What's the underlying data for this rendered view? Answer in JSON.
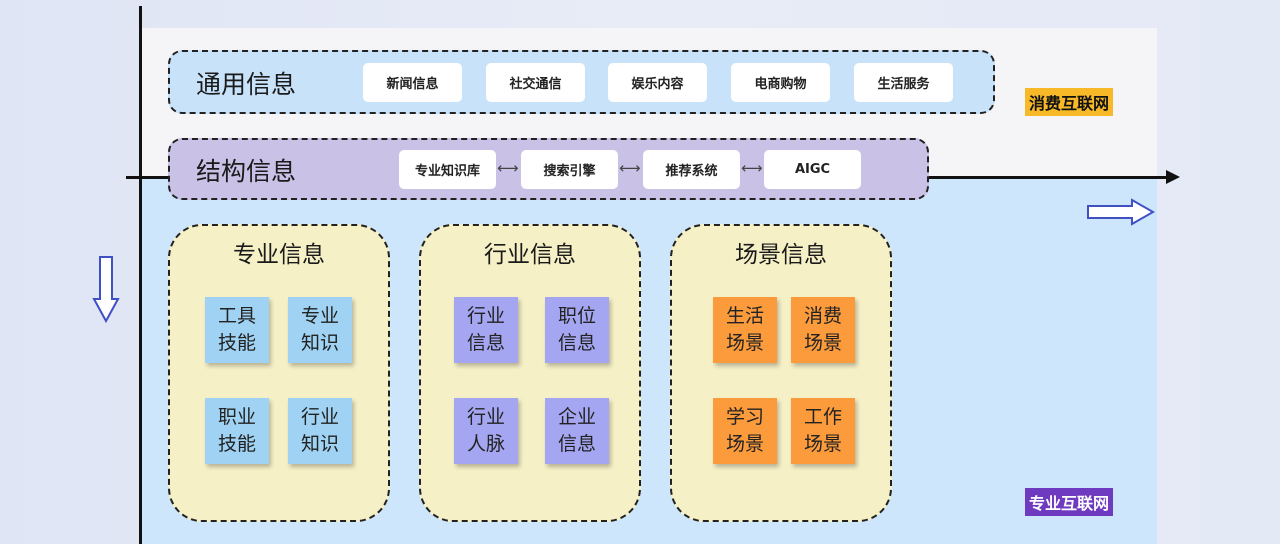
{
  "general": {
    "title": "通用信息",
    "chips": [
      "新闻信息",
      "社交通信",
      "娱乐内容",
      "电商购物",
      "生活服务"
    ]
  },
  "structured": {
    "title": "结构信息",
    "chips": [
      "专业知识库",
      "搜索引擎",
      "推荐系统",
      "AIGC"
    ],
    "connector": "⟷"
  },
  "tags": {
    "consumer": "消费互联网",
    "professional": "专业互联网"
  },
  "groups": [
    {
      "title": "专业信息",
      "note_color": "#9fd2f3",
      "notes": [
        {
          "line1": "工具",
          "line2": "技能"
        },
        {
          "line1": "专业",
          "line2": "知识"
        },
        {
          "line1": "职业",
          "line2": "技能"
        },
        {
          "line1": "行业",
          "line2": "知识"
        }
      ]
    },
    {
      "title": "行业信息",
      "note_color": "#a5a6f2",
      "notes": [
        {
          "line1": "行业",
          "line2": "信息"
        },
        {
          "line1": "职位",
          "line2": "信息"
        },
        {
          "line1": "行业",
          "line2": "人脉"
        },
        {
          "line1": "企业",
          "line2": "信息"
        }
      ]
    },
    {
      "title": "场景信息",
      "note_color": "#fb9b3c",
      "notes": [
        {
          "line1": "生活",
          "line2": "场景"
        },
        {
          "line1": "消费",
          "line2": "场景"
        },
        {
          "line1": "学习",
          "line2": "场景"
        },
        {
          "line1": "工作",
          "line2": "场景"
        }
      ]
    }
  ],
  "colors": {
    "axis": "#111111",
    "hollow_arrow": "#3f4fc4",
    "consumer_tag": "#f7b928",
    "professional_tag": "#6d3ac0"
  }
}
